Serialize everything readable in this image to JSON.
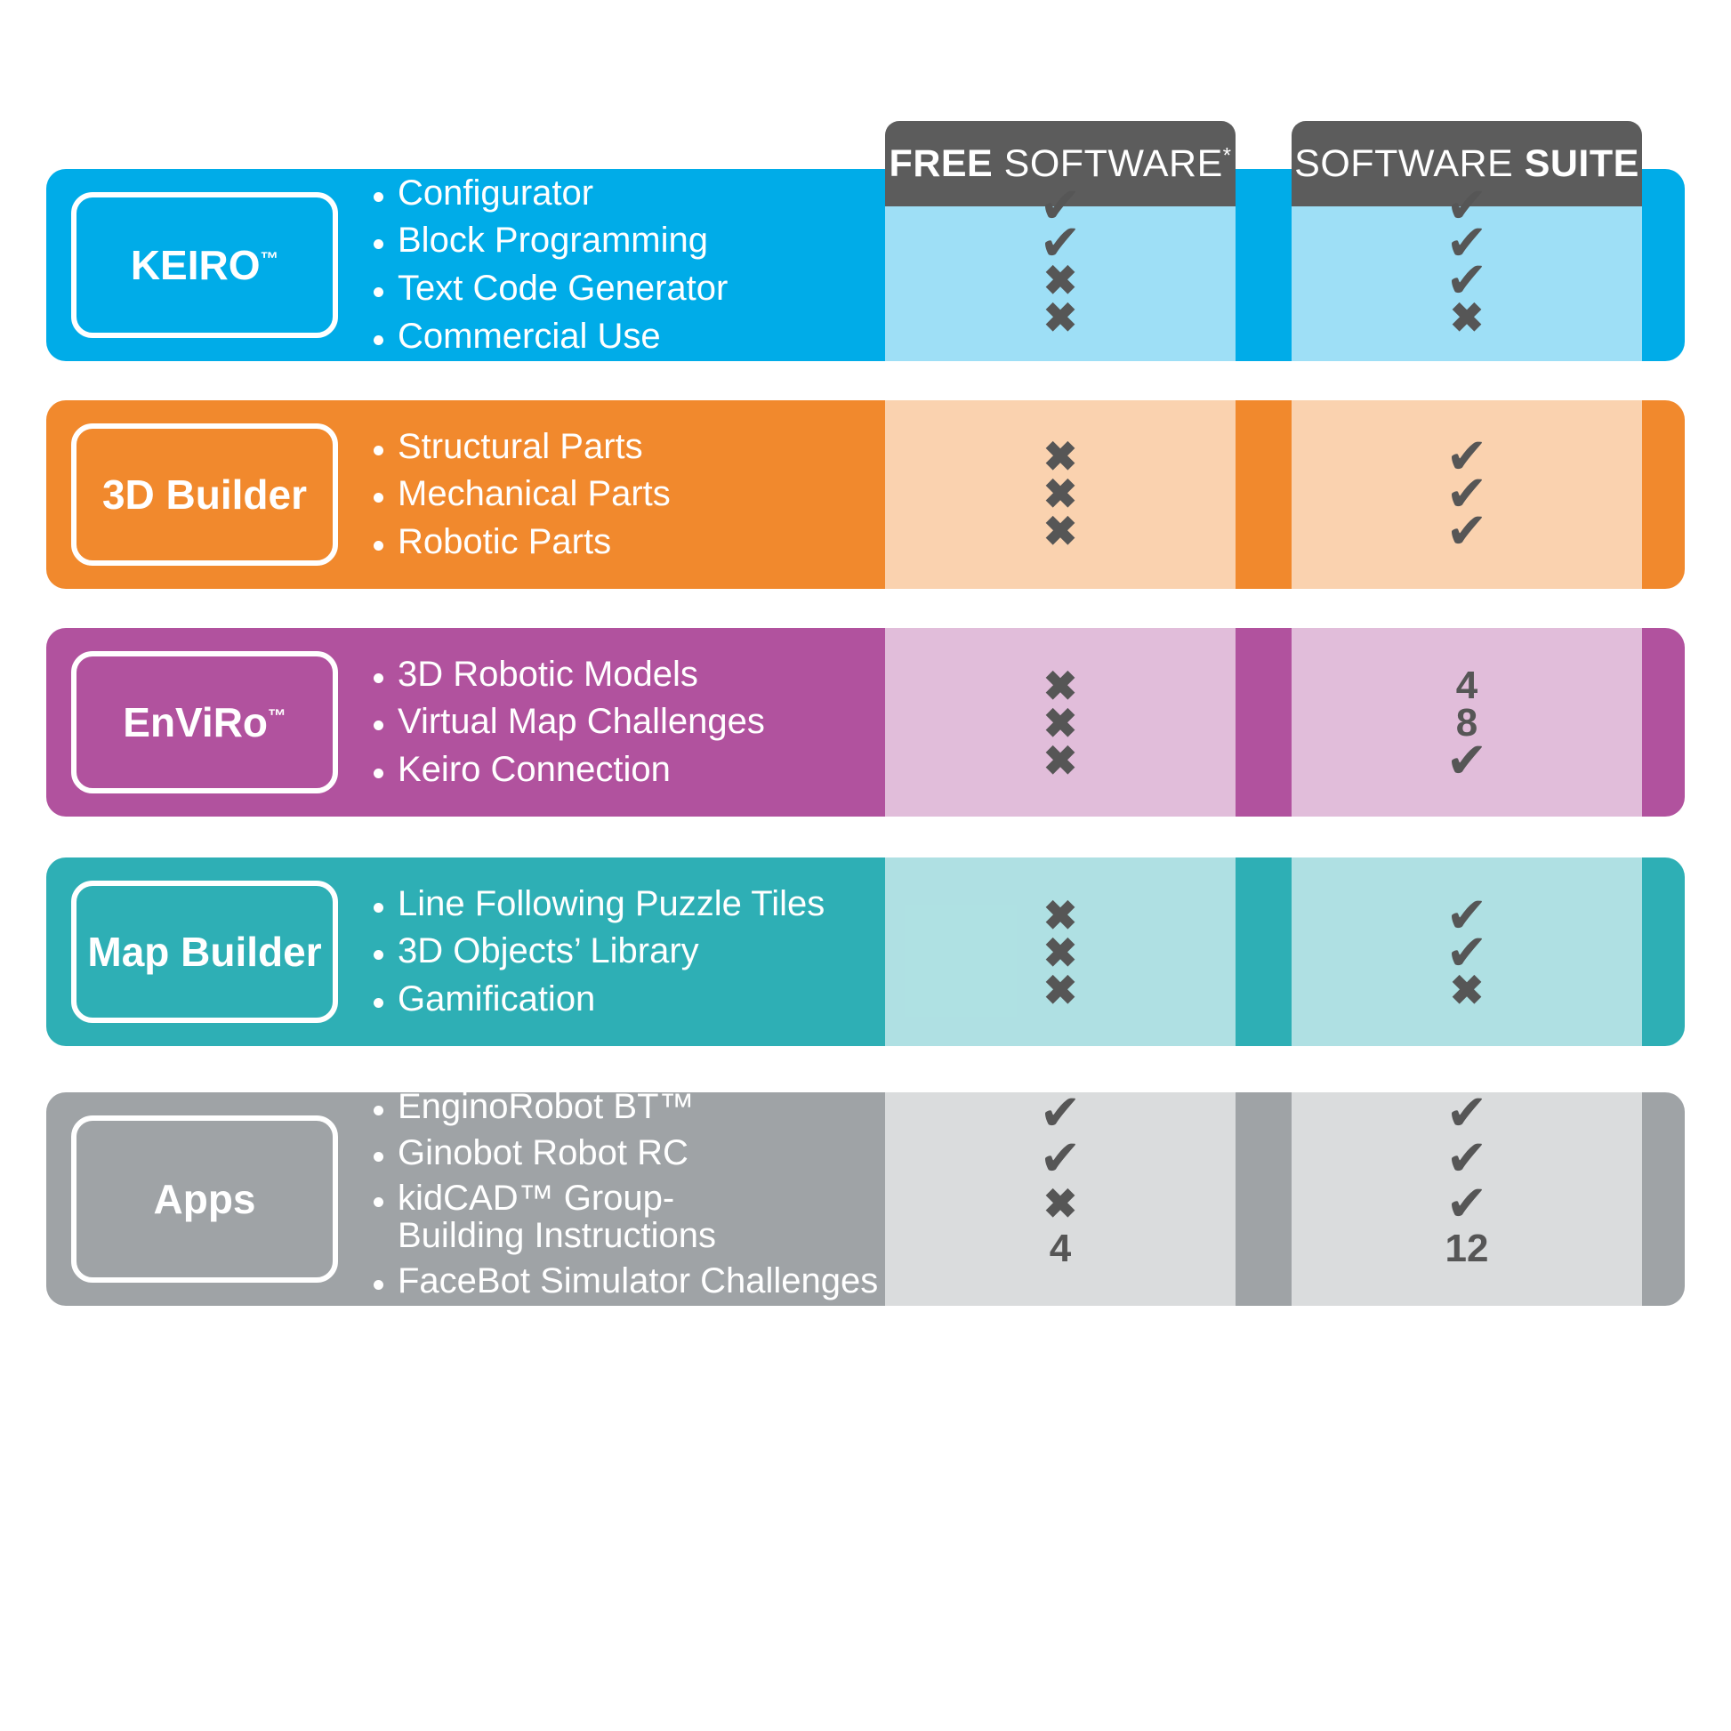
{
  "columns": {
    "free": {
      "bold_prefix": "FREE",
      "rest": " SOFTWARE",
      "asterisk": "*"
    },
    "suite": {
      "rest": "SOFTWARE ",
      "bold_suffix": "SUITE"
    }
  },
  "colors": {
    "keiro": "#00ACE8",
    "builder3d": "#F1892D",
    "enviro": "#B1529E",
    "mapbuilder": "#2EAFB5",
    "apps": "#9FA3A6",
    "header_grey": "#5C5C5C",
    "mark_grey": "#565656"
  },
  "glyphs": {
    "check": "✔",
    "cross": "✖"
  },
  "rows": [
    {
      "key": "keiro",
      "name": "KEIRO",
      "tm": "™",
      "features": [
        "Configurator",
        "Block Programming",
        "Text Code Generator",
        "Commercial Use"
      ],
      "free": [
        "check",
        "check",
        "cross",
        "cross"
      ],
      "suite": [
        "check",
        "check",
        "check",
        "cross"
      ]
    },
    {
      "key": "builder3d",
      "name": "3D Builder",
      "tm": "",
      "features": [
        "Structural Parts",
        "Mechanical Parts",
        "Robotic Parts"
      ],
      "free": [
        "cross",
        "cross",
        "cross"
      ],
      "suite": [
        "check",
        "check",
        "check"
      ]
    },
    {
      "key": "enviro",
      "name": "EnViRo",
      "tm": "™",
      "features": [
        "3D Robotic Models",
        "Virtual Map Challenges",
        "Keiro Connection"
      ],
      "free": [
        "cross",
        "cross",
        "cross"
      ],
      "suite": [
        "4",
        "8",
        "check"
      ]
    },
    {
      "key": "mapbuilder",
      "name": "Map Builder",
      "tm": "",
      "features": [
        "Line Following Puzzle Tiles",
        "3D Objects’ Library",
        "Gamification"
      ],
      "free": [
        "cross",
        "cross",
        "cross"
      ],
      "suite": [
        "check",
        "check",
        "cross"
      ]
    },
    {
      "key": "apps",
      "name": "Apps",
      "tm": "",
      "features": [
        "EnginoRobot BT™",
        "Ginobot Robot RC",
        "kidCAD™ Group-Building Instructions",
        "FaceBot Simulator Challenges"
      ],
      "free": [
        "check",
        "check",
        "cross",
        "4"
      ],
      "suite": [
        "check",
        "check",
        "check",
        "12"
      ]
    }
  ]
}
